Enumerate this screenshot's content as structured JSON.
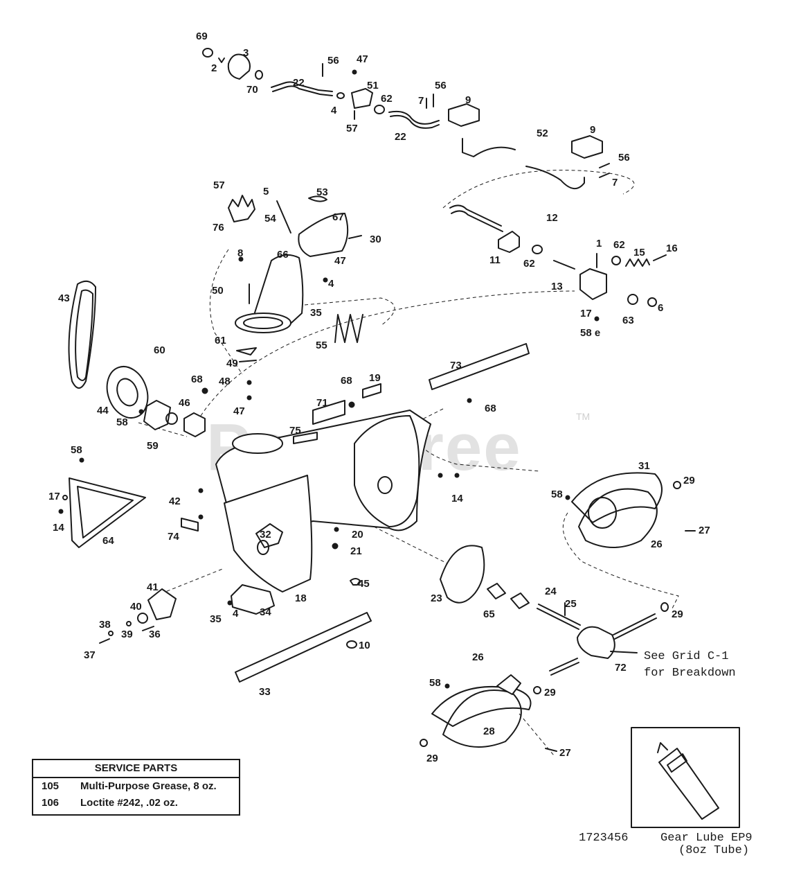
{
  "watermark": {
    "text": "PartsTree",
    "mark": "TM"
  },
  "callouts": [
    {
      "id": "c69",
      "text": "69"
    },
    {
      "id": "c2",
      "text": "2"
    },
    {
      "id": "c3",
      "text": "3"
    },
    {
      "id": "c70",
      "text": "70"
    },
    {
      "id": "c22a",
      "text": "22"
    },
    {
      "id": "c56a",
      "text": "56"
    },
    {
      "id": "c47a",
      "text": "47"
    },
    {
      "id": "c4a",
      "text": "4"
    },
    {
      "id": "c51",
      "text": "51"
    },
    {
      "id": "c62a",
      "text": "62"
    },
    {
      "id": "c57a",
      "text": "57"
    },
    {
      "id": "c22b",
      "text": "22"
    },
    {
      "id": "c7a",
      "text": "7"
    },
    {
      "id": "c56b",
      "text": "56"
    },
    {
      "id": "c9a",
      "text": "9"
    },
    {
      "id": "c9b",
      "text": "9"
    },
    {
      "id": "c52",
      "text": "52"
    },
    {
      "id": "c56c",
      "text": "56"
    },
    {
      "id": "c7b",
      "text": "7"
    },
    {
      "id": "c57b",
      "text": "57"
    },
    {
      "id": "c76",
      "text": "76"
    },
    {
      "id": "c5",
      "text": "5"
    },
    {
      "id": "c54",
      "text": "54"
    },
    {
      "id": "c53",
      "text": "53"
    },
    {
      "id": "c67",
      "text": "67"
    },
    {
      "id": "c30",
      "text": "30"
    },
    {
      "id": "c8",
      "text": "8"
    },
    {
      "id": "c66",
      "text": "66"
    },
    {
      "id": "c47b",
      "text": "47"
    },
    {
      "id": "c4b",
      "text": "4"
    },
    {
      "id": "c50",
      "text": "50"
    },
    {
      "id": "c35a",
      "text": "35"
    },
    {
      "id": "c55",
      "text": "55"
    },
    {
      "id": "c12",
      "text": "12"
    },
    {
      "id": "c11",
      "text": "11"
    },
    {
      "id": "c62b",
      "text": "62"
    },
    {
      "id": "c1",
      "text": "1"
    },
    {
      "id": "c62c",
      "text": "62"
    },
    {
      "id": "c15",
      "text": "15"
    },
    {
      "id": "c16",
      "text": "16"
    },
    {
      "id": "c13",
      "text": "13"
    },
    {
      "id": "c17a",
      "text": "17"
    },
    {
      "id": "c58a",
      "text": "58 e"
    },
    {
      "id": "c63",
      "text": "63"
    },
    {
      "id": "c6",
      "text": "6"
    },
    {
      "id": "c43",
      "text": "43"
    },
    {
      "id": "c60",
      "text": "60"
    },
    {
      "id": "c61",
      "text": "61"
    },
    {
      "id": "c49",
      "text": "49"
    },
    {
      "id": "c48",
      "text": "48"
    },
    {
      "id": "c68a",
      "text": "68"
    },
    {
      "id": "c47c",
      "text": "47"
    },
    {
      "id": "c44",
      "text": "44"
    },
    {
      "id": "c58b",
      "text": "58"
    },
    {
      "id": "c46",
      "text": "46"
    },
    {
      "id": "c59",
      "text": "59"
    },
    {
      "id": "c68b",
      "text": "68"
    },
    {
      "id": "c19",
      "text": "19"
    },
    {
      "id": "c71",
      "text": "71"
    },
    {
      "id": "c73",
      "text": "73"
    },
    {
      "id": "c68c",
      "text": "68"
    },
    {
      "id": "c75",
      "text": "75"
    },
    {
      "id": "c58c",
      "text": "58"
    },
    {
      "id": "c17b",
      "text": "17"
    },
    {
      "id": "c14a",
      "text": "14"
    },
    {
      "id": "c64",
      "text": "64"
    },
    {
      "id": "c42",
      "text": "42"
    },
    {
      "id": "c74",
      "text": "74"
    },
    {
      "id": "c32",
      "text": "32"
    },
    {
      "id": "c20",
      "text": "20"
    },
    {
      "id": "c21",
      "text": "21"
    },
    {
      "id": "c14b",
      "text": "14"
    },
    {
      "id": "c31",
      "text": "31"
    },
    {
      "id": "c29a",
      "text": "29"
    },
    {
      "id": "c58d",
      "text": "58"
    },
    {
      "id": "c27a",
      "text": "27"
    },
    {
      "id": "c26a",
      "text": "26"
    },
    {
      "id": "c18",
      "text": "18"
    },
    {
      "id": "c23",
      "text": "23"
    },
    {
      "id": "c45",
      "text": "45"
    },
    {
      "id": "c24",
      "text": "24"
    },
    {
      "id": "c25",
      "text": "25"
    },
    {
      "id": "c65",
      "text": "65"
    },
    {
      "id": "c29b",
      "text": "29"
    },
    {
      "id": "c41",
      "text": "41"
    },
    {
      "id": "c40",
      "text": "40"
    },
    {
      "id": "c34",
      "text": "34"
    },
    {
      "id": "c35b",
      "text": "35"
    },
    {
      "id": "c4c",
      "text": "4"
    },
    {
      "id": "c38",
      "text": "38"
    },
    {
      "id": "c39",
      "text": "39"
    },
    {
      "id": "c36",
      "text": "36"
    },
    {
      "id": "c37",
      "text": "37"
    },
    {
      "id": "c10",
      "text": "10"
    },
    {
      "id": "c33",
      "text": "33"
    },
    {
      "id": "c72",
      "text": "72"
    },
    {
      "id": "c26b",
      "text": "26"
    },
    {
      "id": "c58e",
      "text": "58"
    },
    {
      "id": "c29c",
      "text": "29"
    },
    {
      "id": "c28",
      "text": "28"
    },
    {
      "id": "c29d",
      "text": "29"
    },
    {
      "id": "c27b",
      "text": "27"
    }
  ],
  "see_grid": {
    "line1": "See Grid C-1",
    "line2": "for Breakdown"
  },
  "service_parts": {
    "title": "SERVICE PARTS",
    "rows": [
      {
        "number": "105",
        "description": "Multi-Purpose Grease, 8 oz."
      },
      {
        "number": "106",
        "description": "Loctite #242, .02 oz."
      }
    ]
  },
  "diagram_number": "1723456",
  "gear_lube": {
    "line1": "Gear Lube EP9",
    "line2": "(8oz Tube)"
  }
}
